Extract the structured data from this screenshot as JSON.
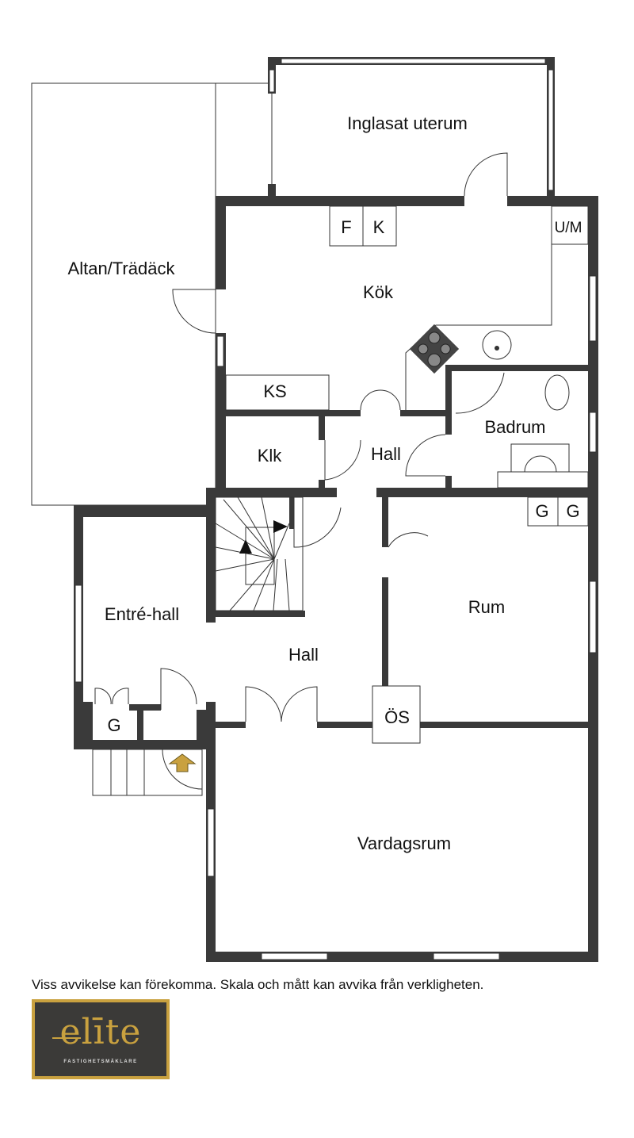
{
  "rooms": {
    "uterum": "Inglasat uterum",
    "altan": "Altan/Trädäck",
    "kok": "Kök",
    "fridge": "F",
    "freezer": "K",
    "washer": "U/M",
    "ks": "KS",
    "klk": "Klk",
    "hall_upper": "Hall",
    "badrum": "Badrum",
    "wardrobe1": "G",
    "wardrobe2": "G",
    "rum": "Rum",
    "entre": "Entré-hall",
    "hall_lower": "Hall",
    "closet": "G",
    "os": "ÖS",
    "vardagsrum": "Vardagsrum"
  },
  "disclaimer": "Viss avvikelse kan förekomma. Skala och mått kan avvika från verkligheten.",
  "logo": {
    "word": "elite",
    "display": "elīte",
    "tagline": "FASTIGHETSMÄKLARE"
  },
  "colors": {
    "wall": "#3a3a3a",
    "gold": "#c9a13f",
    "logo_bg": "#3b3a38"
  }
}
